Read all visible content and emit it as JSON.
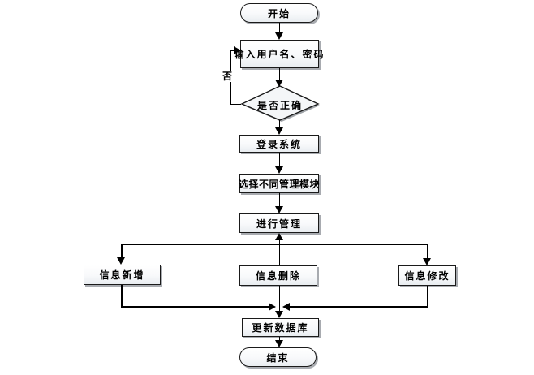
{
  "diagram": {
    "type": "flowchart",
    "language": "zh-CN",
    "nodes": [
      {
        "id": "start",
        "label": "开始",
        "shape": "terminator"
      },
      {
        "id": "input-credentials",
        "label": "输入用户名、密码",
        "shape": "process"
      },
      {
        "id": "check-correct",
        "label": "是否正确",
        "shape": "decision"
      },
      {
        "id": "login-system",
        "label": "登录系统",
        "shape": "process"
      },
      {
        "id": "select-module",
        "label": "选择不同管理模块",
        "shape": "process"
      },
      {
        "id": "do-manage",
        "label": "进行管理",
        "shape": "process"
      },
      {
        "id": "info-add",
        "label": "信息新增",
        "shape": "process"
      },
      {
        "id": "info-delete",
        "label": "信息删除",
        "shape": "process"
      },
      {
        "id": "info-modify",
        "label": "信息修改",
        "shape": "process"
      },
      {
        "id": "update-database",
        "label": "更新数据库",
        "shape": "process"
      },
      {
        "id": "end",
        "label": "结束",
        "shape": "terminator"
      }
    ],
    "edges": [
      {
        "from": "start",
        "to": "input-credentials"
      },
      {
        "from": "input-credentials",
        "to": "check-correct"
      },
      {
        "from": "check-correct",
        "to": "input-credentials",
        "label": "否"
      },
      {
        "from": "check-correct",
        "to": "login-system"
      },
      {
        "from": "login-system",
        "to": "select-module"
      },
      {
        "from": "select-module",
        "to": "do-manage"
      },
      {
        "from": "do-manage",
        "to": "info-add"
      },
      {
        "from": "do-manage",
        "to": "info-delete"
      },
      {
        "from": "do-manage",
        "to": "info-modify"
      },
      {
        "from": "info-add",
        "to": "update-database"
      },
      {
        "from": "info-delete",
        "to": "update-database"
      },
      {
        "from": "info-modify",
        "to": "update-database"
      },
      {
        "from": "update-database",
        "to": "end"
      }
    ],
    "edge_label_no": "否",
    "colors": {
      "line": "#000000",
      "node_border": "#1a1a1a",
      "node_fill_top": "#ffffff",
      "node_fill_bottom": "#e9edf1",
      "node_shadow": "#a8abb0",
      "background": "#ffffff"
    }
  }
}
